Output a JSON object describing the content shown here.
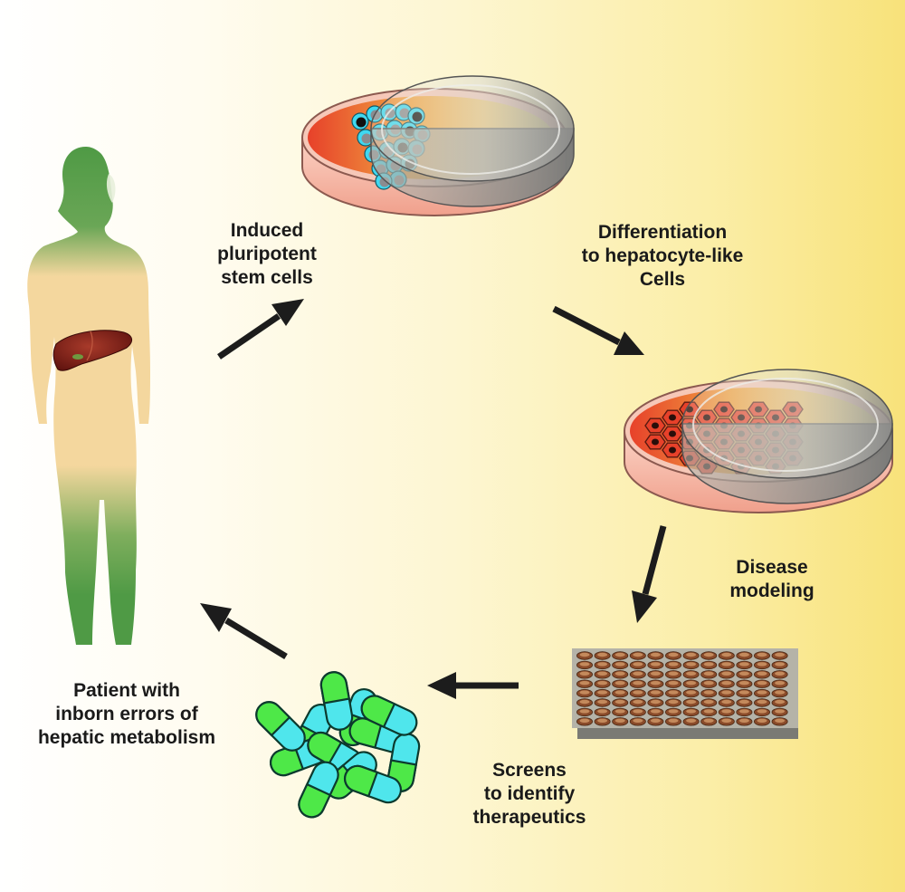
{
  "labels": {
    "ipsc": "Induced\npluripotent\nstem cells",
    "differentiation": "Differentiation\nto hepatocyte-like\nCells",
    "disease_modeling": "Disease\nmodeling",
    "screens": "Screens\nto identify\ntherapeutics",
    "patient": "Patient with\ninborn errors of\nhepatic metabolism"
  },
  "colors": {
    "body_green": "#4f9a45",
    "body_skin": "#f4d79e",
    "liver": "#7a1a14",
    "arrow": "#1c1c1c",
    "ipsc_cell": "#40d8f0",
    "hepatocyte": "#e7412a",
    "plate_well": "#8a4b2a",
    "capsule_green": "#4ee848",
    "capsule_cyan": "#4fe6ec"
  }
}
